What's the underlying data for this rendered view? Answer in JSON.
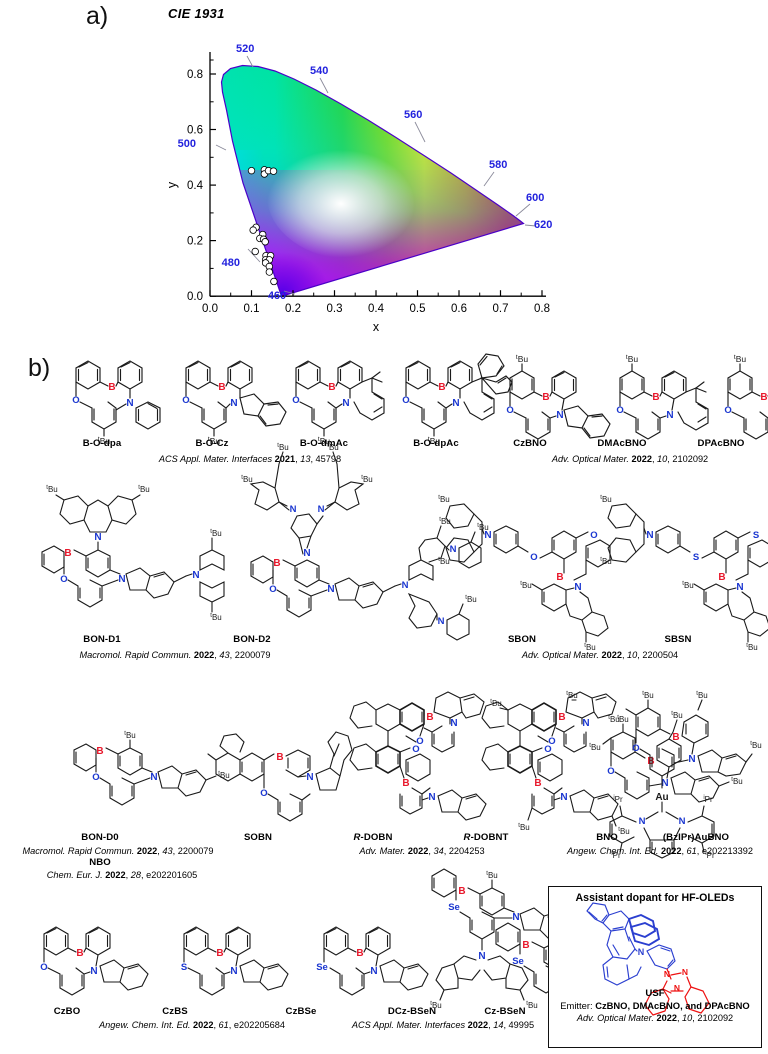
{
  "figure": {
    "panel_a_letter": "a)",
    "panel_b_letter": "b)"
  },
  "chart_data": {
    "type": "scatter",
    "title": "CIE 1931",
    "xlabel": "x",
    "ylabel": "y",
    "xlim": [
      0.0,
      0.8
    ],
    "ylim": [
      0.0,
      0.8
    ],
    "xticks": [
      "0.0",
      "0.1",
      "0.2",
      "0.3",
      "0.4",
      "0.5",
      "0.6",
      "0.7",
      "0.8"
    ],
    "yticks": [
      "0.0",
      "0.2",
      "0.4",
      "0.6",
      "0.8"
    ],
    "grid": false,
    "legend": "none",
    "wavelength_labels": [
      {
        "label": "460",
        "x": 0.143,
        "y": 0.028
      },
      {
        "label": "480",
        "x": 0.091,
        "y": 0.133
      },
      {
        "label": "500",
        "x": 0.008,
        "y": 0.538
      },
      {
        "label": "520",
        "x": 0.083,
        "y": 0.885
      },
      {
        "label": "540",
        "x": 0.24,
        "y": 0.8
      },
      {
        "label": "560",
        "x": 0.38,
        "y": 0.692
      },
      {
        "label": "580",
        "x": 0.53,
        "y": 0.57
      },
      {
        "label": "600",
        "x": 0.645,
        "y": 0.445
      },
      {
        "label": "620",
        "x": 0.7,
        "y": 0.37
      }
    ],
    "series": [
      {
        "name": "Emitter CIE coordinates",
        "marker": "circle",
        "marker_color": "#ffffff",
        "marker_edge": "#000000",
        "points": [
          [
            0.1,
            0.452
          ],
          [
            0.131,
            0.455
          ],
          [
            0.131,
            0.44
          ],
          [
            0.141,
            0.452
          ],
          [
            0.153,
            0.45
          ],
          [
            0.111,
            0.248
          ],
          [
            0.104,
            0.238
          ],
          [
            0.127,
            0.222
          ],
          [
            0.12,
            0.208
          ],
          [
            0.129,
            0.205
          ],
          [
            0.133,
            0.196
          ],
          [
            0.109,
            0.161
          ],
          [
            0.135,
            0.146
          ],
          [
            0.146,
            0.146
          ],
          [
            0.134,
            0.131
          ],
          [
            0.143,
            0.131
          ],
          [
            0.134,
            0.12
          ],
          [
            0.143,
            0.107
          ],
          [
            0.143,
            0.087
          ],
          [
            0.154,
            0.053
          ]
        ]
      }
    ]
  },
  "molecules": {
    "row1": [
      {
        "name": "B-O-dpa"
      },
      {
        "name": "B-O-Cz"
      },
      {
        "name": "B-O-dmAc"
      },
      {
        "name": "B-O-dpAc"
      },
      {
        "name": "CzBNO"
      },
      {
        "name": "DMAcBNO"
      },
      {
        "name": "DPAcBNO"
      }
    ],
    "row2": [
      {
        "name": "BON-D1"
      },
      {
        "name": "BON-D2"
      },
      {
        "name": "SBON"
      },
      {
        "name": "SBSN"
      }
    ],
    "row3": [
      {
        "name": "BON-D0"
      },
      {
        "name": "SOBN"
      },
      {
        "name": "R-DOBN",
        "italic_prefix": "R",
        "rest": "-DOBN"
      },
      {
        "name": "R-DOBNT",
        "italic_prefix": "R",
        "rest": "-DOBNT"
      },
      {
        "name": "BNO"
      },
      {
        "name": "(BzIPr)AuBNO"
      }
    ],
    "row3_extra": [
      {
        "name": "NBO"
      }
    ],
    "row4": [
      {
        "name": "CzBO"
      },
      {
        "name": "CzBS"
      },
      {
        "name": "CzBSe"
      },
      {
        "name": "DCz-BSeN"
      },
      {
        "name": "Cz-BSeN"
      }
    ]
  },
  "references": {
    "ref_acs_2021": {
      "journal": "ACS Appl. Mater. Interfaces",
      "year": "2021",
      "volume": "13",
      "pages": "45798"
    },
    "ref_aom_2102092": {
      "journal": "Adv. Optical Mater.",
      "year": "2022",
      "volume": "10",
      "pages": "2102092"
    },
    "ref_mrc_2200079": {
      "journal": "Macromol. Rapid Commun.",
      "year": "2022",
      "volume": "43",
      "pages": "2200079"
    },
    "ref_aom_2200504": {
      "journal": "Adv. Optical Mater.",
      "year": "2022",
      "volume": "10",
      "pages": "2200504"
    },
    "ref_am_2204253": {
      "journal": "Adv. Mater.",
      "year": "2022",
      "volume": "34",
      "pages": "2204253"
    },
    "ref_ange_e202213392": {
      "journal": "Angew. Chem. Int. Ed.",
      "year": "2022",
      "volume": "61",
      "pages": "e202213392"
    },
    "ref_cej_e202201605": {
      "journal": "Chem. Eur. J.",
      "year": "2022",
      "volume": "28",
      "pages": "e202201605"
    },
    "ref_ange_e202205684": {
      "journal": "Angew. Chem. Int. Ed.",
      "year": "2022",
      "volume": "61",
      "pages": "e202205684"
    },
    "ref_acs_49995": {
      "journal": "ACS Appl. Mater. Interfaces",
      "year": "2022",
      "volume": "14",
      "pages": "49995"
    }
  },
  "inset": {
    "title": "Assistant dopant for HF-OLEDs",
    "molecule_name": "USF",
    "emitter_prefix": "Emitter: ",
    "emitter_list": "CzBNO, DMAcBNO, and DPAcBNO",
    "reference": {
      "journal": "Adv. Optical Mater.",
      "year": "2022",
      "volume": "10",
      "pages": "2102092"
    }
  },
  "colors": {
    "boron": "#e8192c",
    "heteroatom": "#1a36d0",
    "carbon": "#1a1a1a",
    "wavelength_label": "#2222dd",
    "inset_blue": "#2b3fd0",
    "inset_red": "#ee1111"
  }
}
